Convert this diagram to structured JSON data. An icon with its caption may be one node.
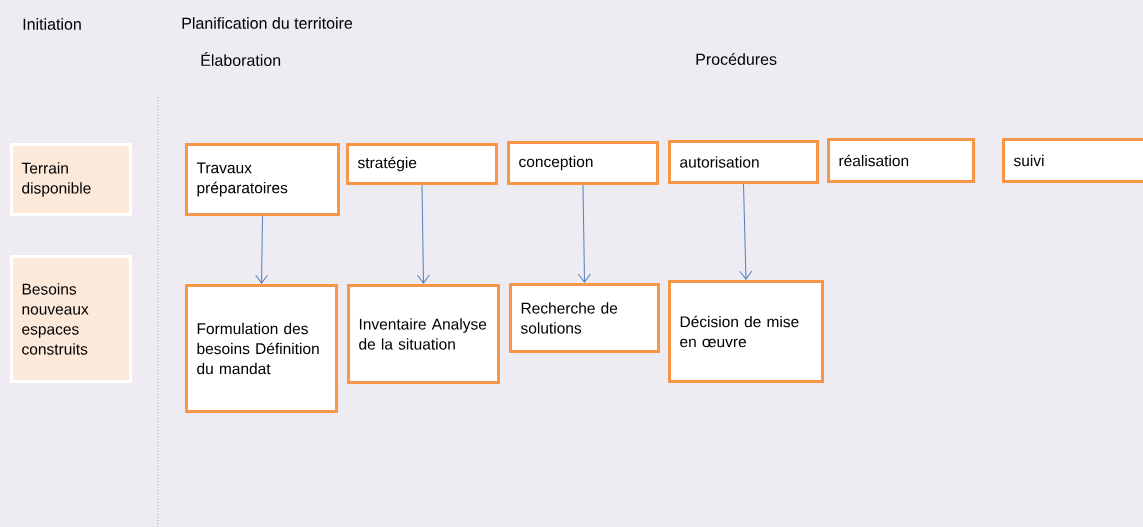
{
  "diagram": {
    "nodes": [
      {
        "text": [
          "Terrain disponible"
        ]
      },
      {
        "text": [
          "Besoins nouveaux espaces construits"
        ]
      },
      {
        "text": [
          "Travaux préparatoires"
        ]
      },
      {
        "text": [
          "stratégie"
        ]
      },
      {
        "text": [
          "conception"
        ]
      },
      {
        "text": [
          "autorisation"
        ]
      },
      {
        "text": [
          "réalisation"
        ]
      },
      {
        "text": [
          "suivi"
        ]
      },
      {
        "text": [
          "Formulation des besoins Définition du mandat"
        ]
      },
      {
        "text": [
          "Inventaire Analyse de la situation"
        ]
      },
      {
        "text": [
          "Recherche de solutions"
        ]
      },
      {
        "text": [
          "Décision de mise en œuvre"
        ]
      }
    ],
    "edges": [
      {
        "from": 2,
        "to": 8,
        "arrow": "to"
      },
      {
        "from": 3,
        "to": 9,
        "arrow": "to"
      },
      {
        "from": 4,
        "to": 10,
        "arrow": "to"
      },
      {
        "from": 5,
        "to": 11,
        "arrow": "to"
      }
    ],
    "labels": [
      "Initiation",
      "Planification du territoire",
      "Élaboration",
      "Procédures"
    ]
  }
}
